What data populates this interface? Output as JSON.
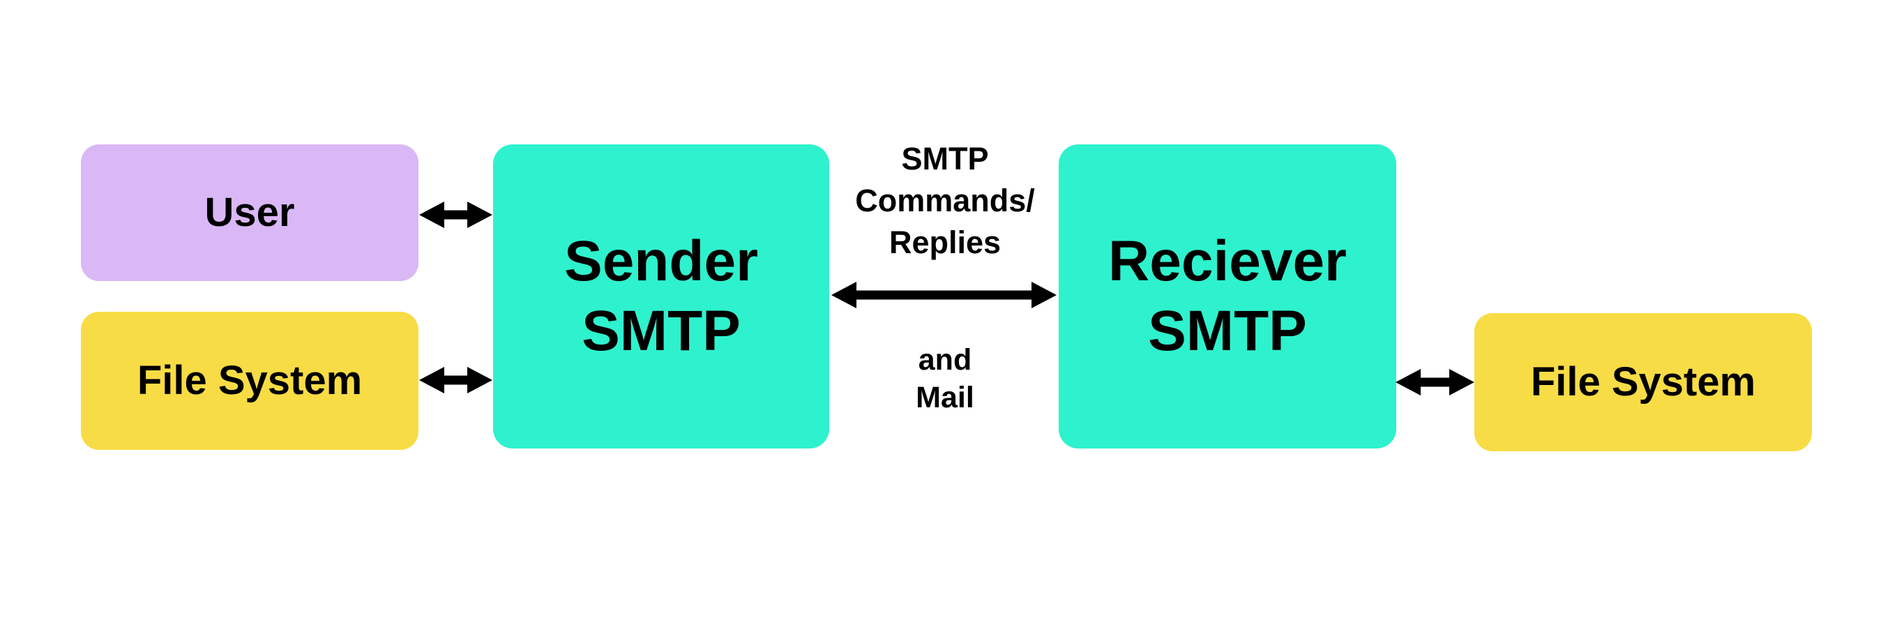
{
  "diagram": {
    "nodes": [
      {
        "id": "user",
        "label": "User",
        "color": "#d9b8f5"
      },
      {
        "id": "file-system-left",
        "label": "File System",
        "color": "#f8dc45"
      },
      {
        "id": "sender-smtp",
        "label": "Sender\nSMTP",
        "color": "#2ef2cd"
      },
      {
        "id": "receiver-smtp",
        "label": "Reciever\nSMTP",
        "color": "#2ef2cd"
      },
      {
        "id": "file-system-right",
        "label": "File System",
        "color": "#f8dc45"
      }
    ],
    "edge_labels": {
      "top": "SMTP\nCommands/\nReplies",
      "bottom": "and\nMail"
    },
    "connections": [
      {
        "from": "user",
        "to": "sender-smtp",
        "type": "bidirectional"
      },
      {
        "from": "file-system-left",
        "to": "sender-smtp",
        "type": "bidirectional"
      },
      {
        "from": "sender-smtp",
        "to": "receiver-smtp",
        "type": "bidirectional",
        "label": "SMTP Commands/Replies and Mail"
      },
      {
        "from": "receiver-smtp",
        "to": "file-system-right",
        "type": "bidirectional"
      }
    ],
    "colors": {
      "node_user": "#d9b8f5",
      "node_file_system": "#f8dc45",
      "node_smtp": "#2ef2cd",
      "arrow": "#000000",
      "text": "#000000",
      "background": "#ffffff"
    }
  }
}
